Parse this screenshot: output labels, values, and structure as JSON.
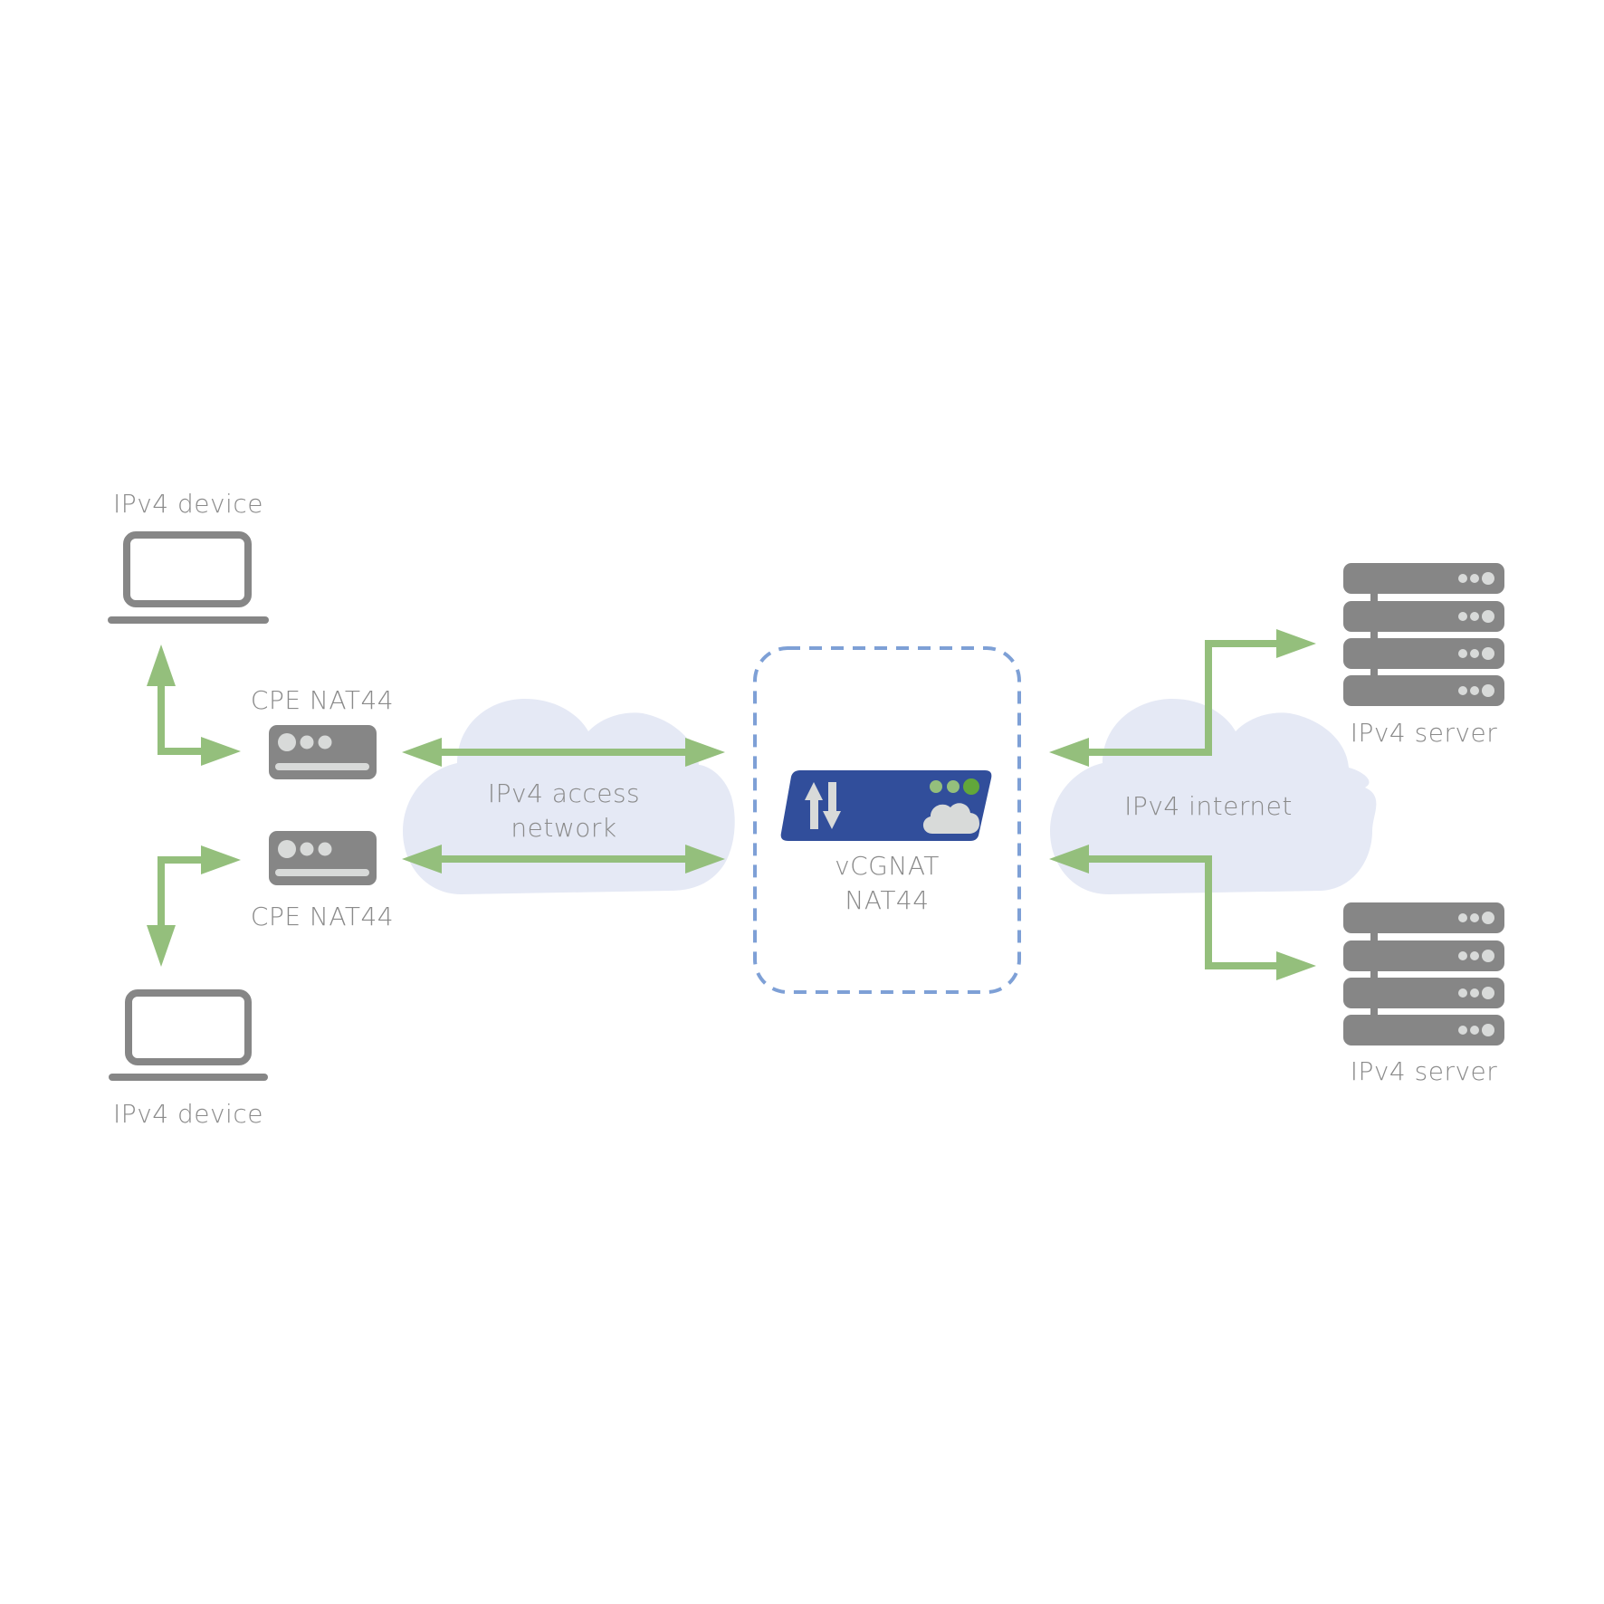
{
  "diagram": {
    "title": "",
    "nodes": {
      "device_top": {
        "label": "IPv4 device",
        "icon": "laptop-icon"
      },
      "device_bottom": {
        "label": "IPv4 device",
        "icon": "laptop-icon"
      },
      "cpe_top": {
        "label": "CPE NAT44",
        "icon": "router-icon"
      },
      "cpe_bottom": {
        "label": "CPE NAT44",
        "icon": "router-icon"
      },
      "access_network": {
        "line1": "IPv4 access",
        "line2": "network",
        "icon": "cloud-icon"
      },
      "vcgnat": {
        "line1": "vCGNAT",
        "line2": "NAT44",
        "icon": "cgnat-appliance-icon"
      },
      "internet": {
        "label": "IPv4 internet",
        "icon": "cloud-icon"
      },
      "server_top": {
        "label": "IPv4 server",
        "icon": "server-rack-icon"
      },
      "server_bottom": {
        "label": "IPv4 server",
        "icon": "server-rack-icon"
      }
    },
    "edges": [
      {
        "from": "device_top",
        "to": "cpe_top",
        "bidirectional": true
      },
      {
        "from": "device_bottom",
        "to": "cpe_bottom",
        "bidirectional": true
      },
      {
        "from": "cpe_top",
        "to": "vcgnat",
        "via": "access_network",
        "bidirectional": true
      },
      {
        "from": "cpe_bottom",
        "to": "vcgnat",
        "via": "access_network",
        "bidirectional": true
      },
      {
        "from": "vcgnat",
        "to": "server_top",
        "via": "internet",
        "bidirectional": true
      },
      {
        "from": "vcgnat",
        "to": "server_bottom",
        "via": "internet",
        "bidirectional": true
      }
    ],
    "colors": {
      "arrow": "#94bf7c",
      "device_gray": "#868686",
      "cloud_fill": "#e5e9f5",
      "cgnat_blue": "#314e9b",
      "dashed_border": "#7ea0d6",
      "led_light_green": "#94bf7c",
      "led_green": "#62a73b",
      "label_gray": "#8a8a8a"
    }
  }
}
